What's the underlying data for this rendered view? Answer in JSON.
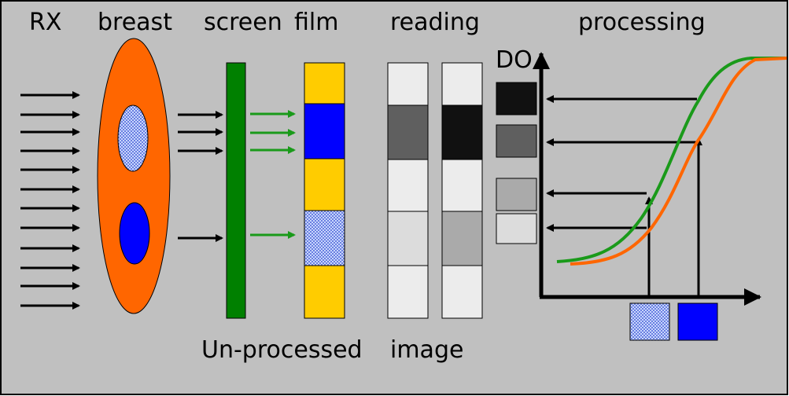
{
  "labels": {
    "rx": "RX",
    "breast": "breast",
    "screen": "screen",
    "film": "film",
    "reading": "reading",
    "processing": "processing",
    "do_axis": "DO",
    "caption_left": "Un-processed",
    "caption_right": "image"
  },
  "colors": {
    "background": "#c0c0c0",
    "breast": "#ff6600",
    "screen": "#008000",
    "film_yellow": "#ffcc00",
    "dense_blue": "#0000ff",
    "green_curve": "#1a9a1a",
    "orange_curve": "#ff6600",
    "arrow": "#000000"
  },
  "icons": {
    "dense_region": "dense-tissue-blob-icon",
    "light_region": "light-tissue-pattern-icon"
  }
}
